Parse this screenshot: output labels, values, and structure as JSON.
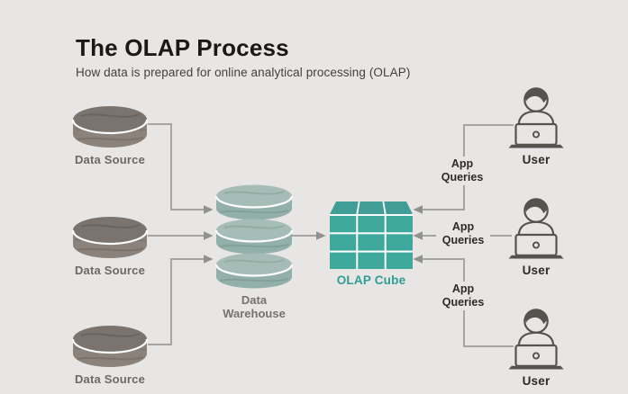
{
  "title": "The OLAP Process",
  "subtitle": "How data is prepared for online analytical processing (OLAP)",
  "diagram": {
    "data_sources": [
      {
        "label": "Data Source"
      },
      {
        "label": "Data Source"
      },
      {
        "label": "Data Source"
      }
    ],
    "warehouse": {
      "label": "Data Warehouse"
    },
    "cube": {
      "label": "OLAP Cube"
    },
    "app_queries": [
      {
        "label": "App Queries"
      },
      {
        "label": "App Queries"
      },
      {
        "label": "App Queries"
      }
    ],
    "users": [
      {
        "label": "User"
      },
      {
        "label": "User"
      },
      {
        "label": "User"
      }
    ]
  },
  "colors": {
    "background": "#e7e6e4",
    "source_cylinder_body": "#8a827b",
    "source_cylinder_top": "#7b746e",
    "warehouse_body": "#92b0a9",
    "warehouse_top": "#a5bdb6",
    "cube_cell": "#3ea89d",
    "cube_top_cell": "#419e96",
    "cube_label": "#2f9e94",
    "connector": "#9c9b98",
    "icon_stroke": "#56534e",
    "text_dark": "#2d2b29",
    "text_gray": "#6d6864"
  }
}
